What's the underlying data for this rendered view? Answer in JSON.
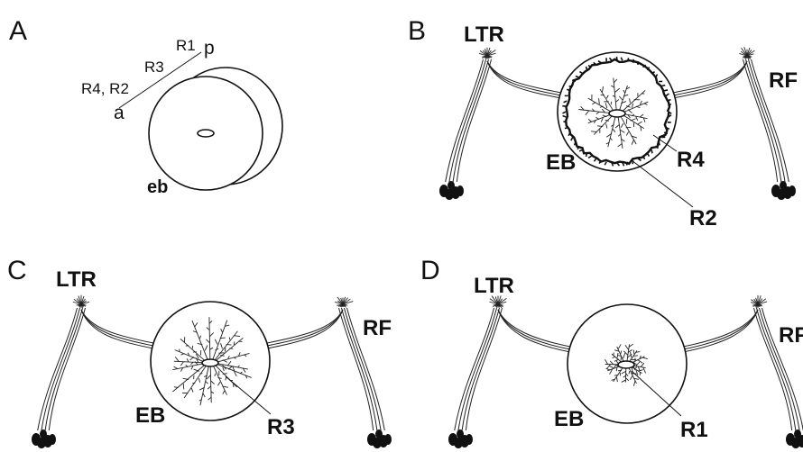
{
  "panels": {
    "A": {
      "letter": "A",
      "axis_r1": "R1",
      "axis_p": "p",
      "axis_r3": "R3",
      "axis_r4r2": "R4, R2",
      "axis_a": "a",
      "eb": "eb"
    },
    "B": {
      "letter": "B",
      "ltr": "LTR",
      "rf": "RF",
      "eb": "EB",
      "r4": "R4",
      "r2": "R2"
    },
    "C": {
      "letter": "C",
      "ltr": "LTR",
      "rf": "RF",
      "eb": "EB",
      "r3": "R3"
    },
    "D": {
      "letter": "D",
      "ltr": "LTR",
      "rf": "RF",
      "eb": "EB",
      "r1": "R1"
    }
  }
}
